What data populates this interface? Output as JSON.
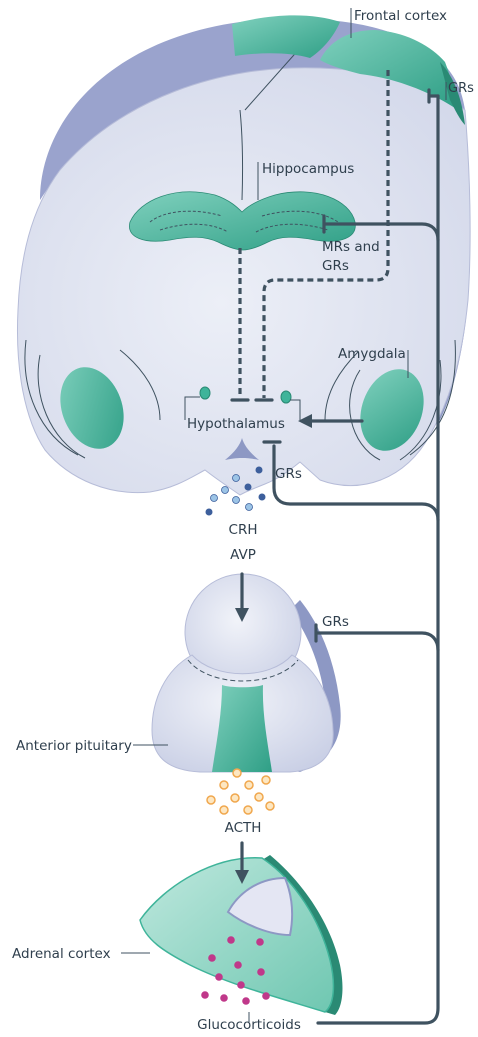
{
  "labels": {
    "frontal_cortex": "Frontal cortex",
    "grs_top": "GRs",
    "hippocampus": "Hippocampus",
    "mrs_and_line1": "MRs and",
    "mrs_and_line2": "GRs",
    "amygdala": "Amygdala",
    "hypothalamus": "Hypothalamus",
    "grs_hypothalamus": "GRs",
    "crh": "CRH",
    "avp": "AVP",
    "grs_pituitary": "GRs",
    "anterior_pituitary": "Anterior pituitary",
    "acth": "ACTH",
    "adrenal_cortex": "Adrenal cortex",
    "glucocorticoids": "Glucocorticoids"
  },
  "colors": {
    "brain_fill": "#dfe3ef",
    "brain_side": "#8d98c4",
    "brain_top": "#9aa3cd",
    "teal": "#3fb49a",
    "teal_dark": "#2a8a74",
    "pathway": "#3f5260",
    "crh_dot_light": "#9cc4e6",
    "crh_dot_dark": "#3d5f9c",
    "acth_dot": "#f0a74d",
    "gluco_dot": "#c0388a"
  }
}
